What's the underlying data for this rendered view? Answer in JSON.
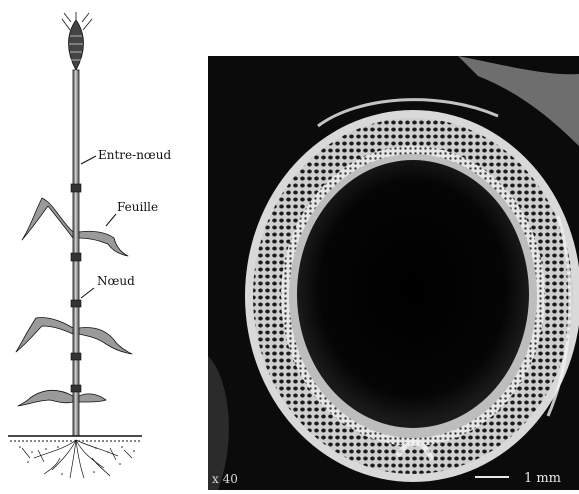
{
  "plant_diagram": {
    "labels": {
      "internode": "Entre-nœud",
      "leaf": "Feuille",
      "node": "Nœud"
    }
  },
  "micrograph": {
    "magnification": "x 40",
    "scale_bar": "1 mm"
  },
  "colors": {
    "background": "#ffffff",
    "micrograph_bg": "#0b0b0b",
    "ink": "#111111",
    "wall_light": "#d8d8d8"
  }
}
